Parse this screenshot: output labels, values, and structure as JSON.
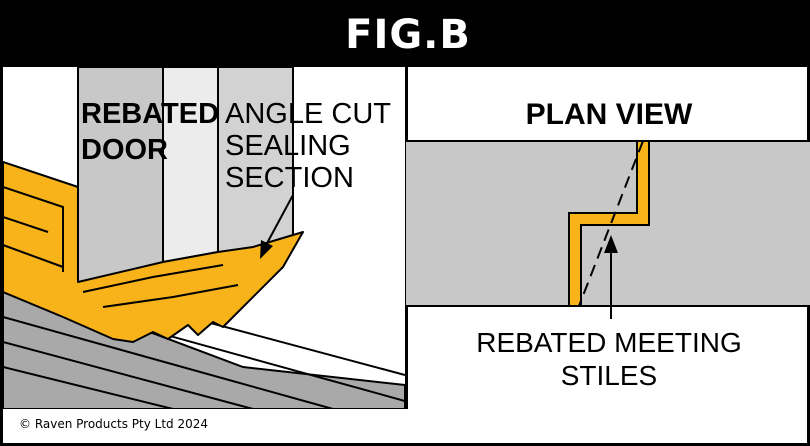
{
  "header": {
    "title": "FIG.B"
  },
  "left_panel": {
    "label_bold_line1": "REBATED",
    "label_bold_line2": "DOOR",
    "label_line1": "ANGLE CUT",
    "label_line2": "SEALING",
    "label_line3": "SECTION"
  },
  "right_panel": {
    "title": "PLAN VIEW",
    "caption_line1": "REBATED MEETING",
    "caption_line2": "STILES"
  },
  "footer": {
    "copyright": "© Raven Products Pty Ltd 2024"
  },
  "colors": {
    "seal": "#f8b21a",
    "door": "#c8c8c8",
    "floor": "#a9a9a9",
    "frame": "#000000"
  }
}
